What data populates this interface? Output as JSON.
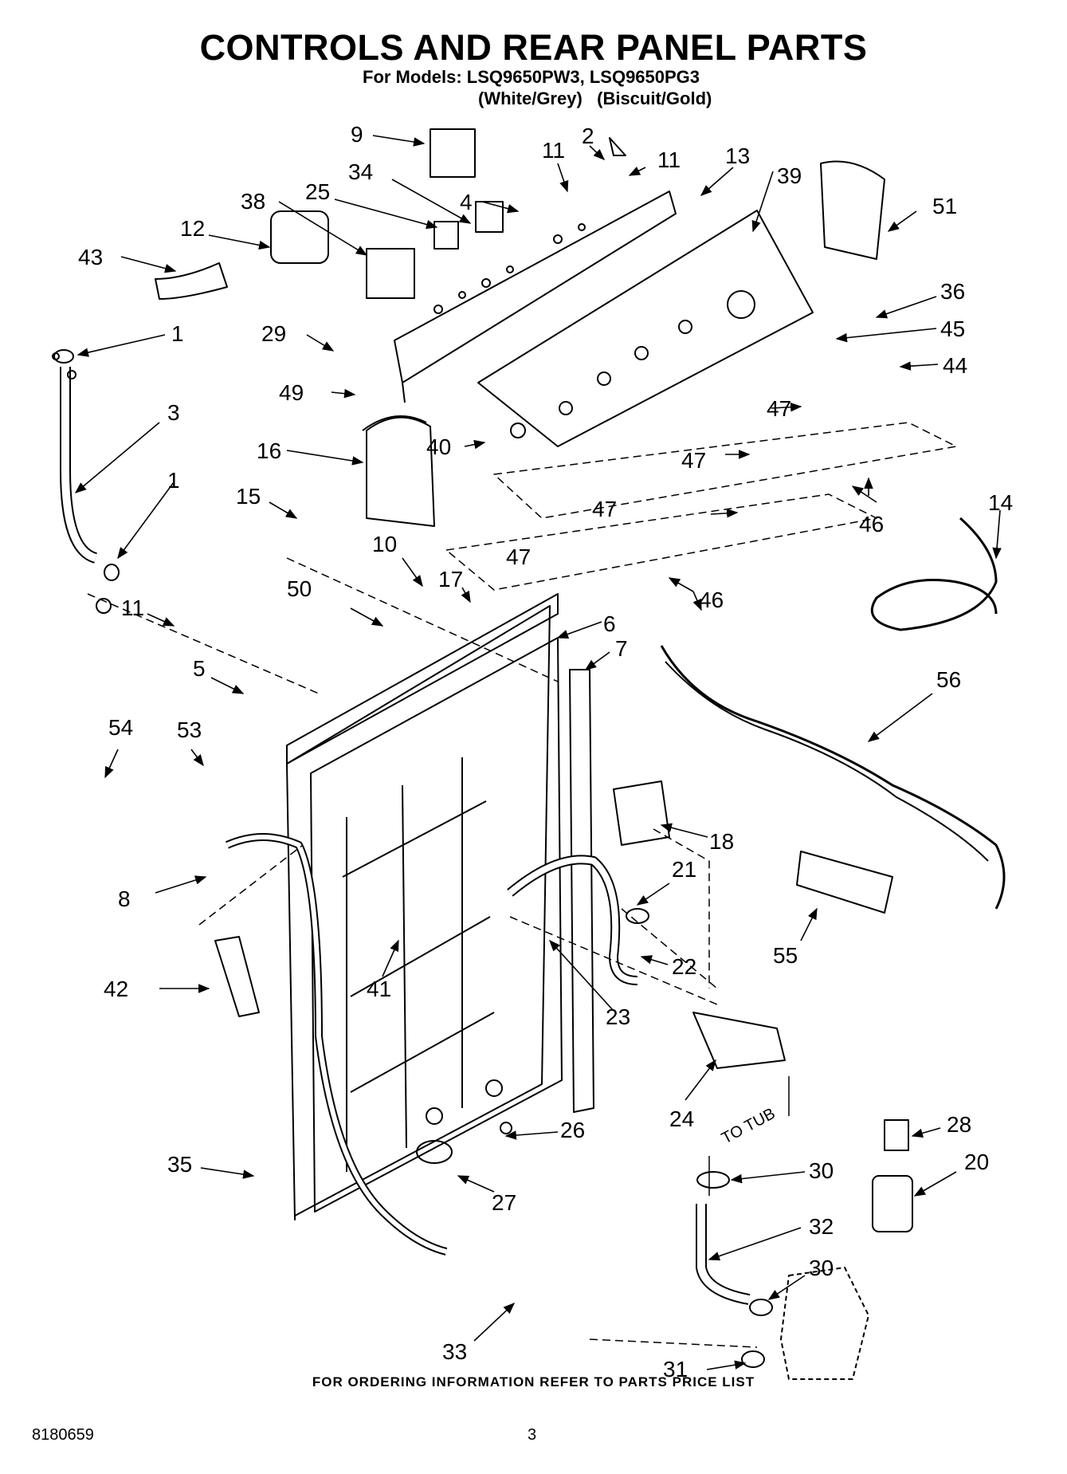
{
  "header": {
    "title": "CONTROLS AND REAR PANEL PARTS",
    "models_line": "For Models: LSQ9650PW3, LSQ9650PG3",
    "colors_line": "(White/Grey)   (Biscuit/Gold)"
  },
  "diagram": {
    "callouts": [
      "9",
      "2",
      "11",
      "11",
      "13",
      "39",
      "51",
      "34",
      "4",
      "25",
      "38",
      "12",
      "43",
      "36",
      "45",
      "44",
      "1",
      "29",
      "3",
      "49",
      "47",
      "40",
      "16",
      "47",
      "1",
      "46",
      "14",
      "15",
      "47",
      "10",
      "17",
      "47",
      "46",
      "11",
      "50",
      "6",
      "7",
      "56",
      "5",
      "54",
      "53",
      "18",
      "8",
      "21",
      "55",
      "22",
      "42",
      "41",
      "23",
      "24",
      "26",
      "28",
      "35",
      "27",
      "30",
      "20",
      "32",
      "30",
      "33",
      "31"
    ],
    "to_tub_label": "TO TUB"
  },
  "footer": {
    "ordering_note": "FOR ORDERING INFORMATION REFER TO PARTS PRICE LIST",
    "doc_number": "8180659",
    "page_number": "3"
  }
}
